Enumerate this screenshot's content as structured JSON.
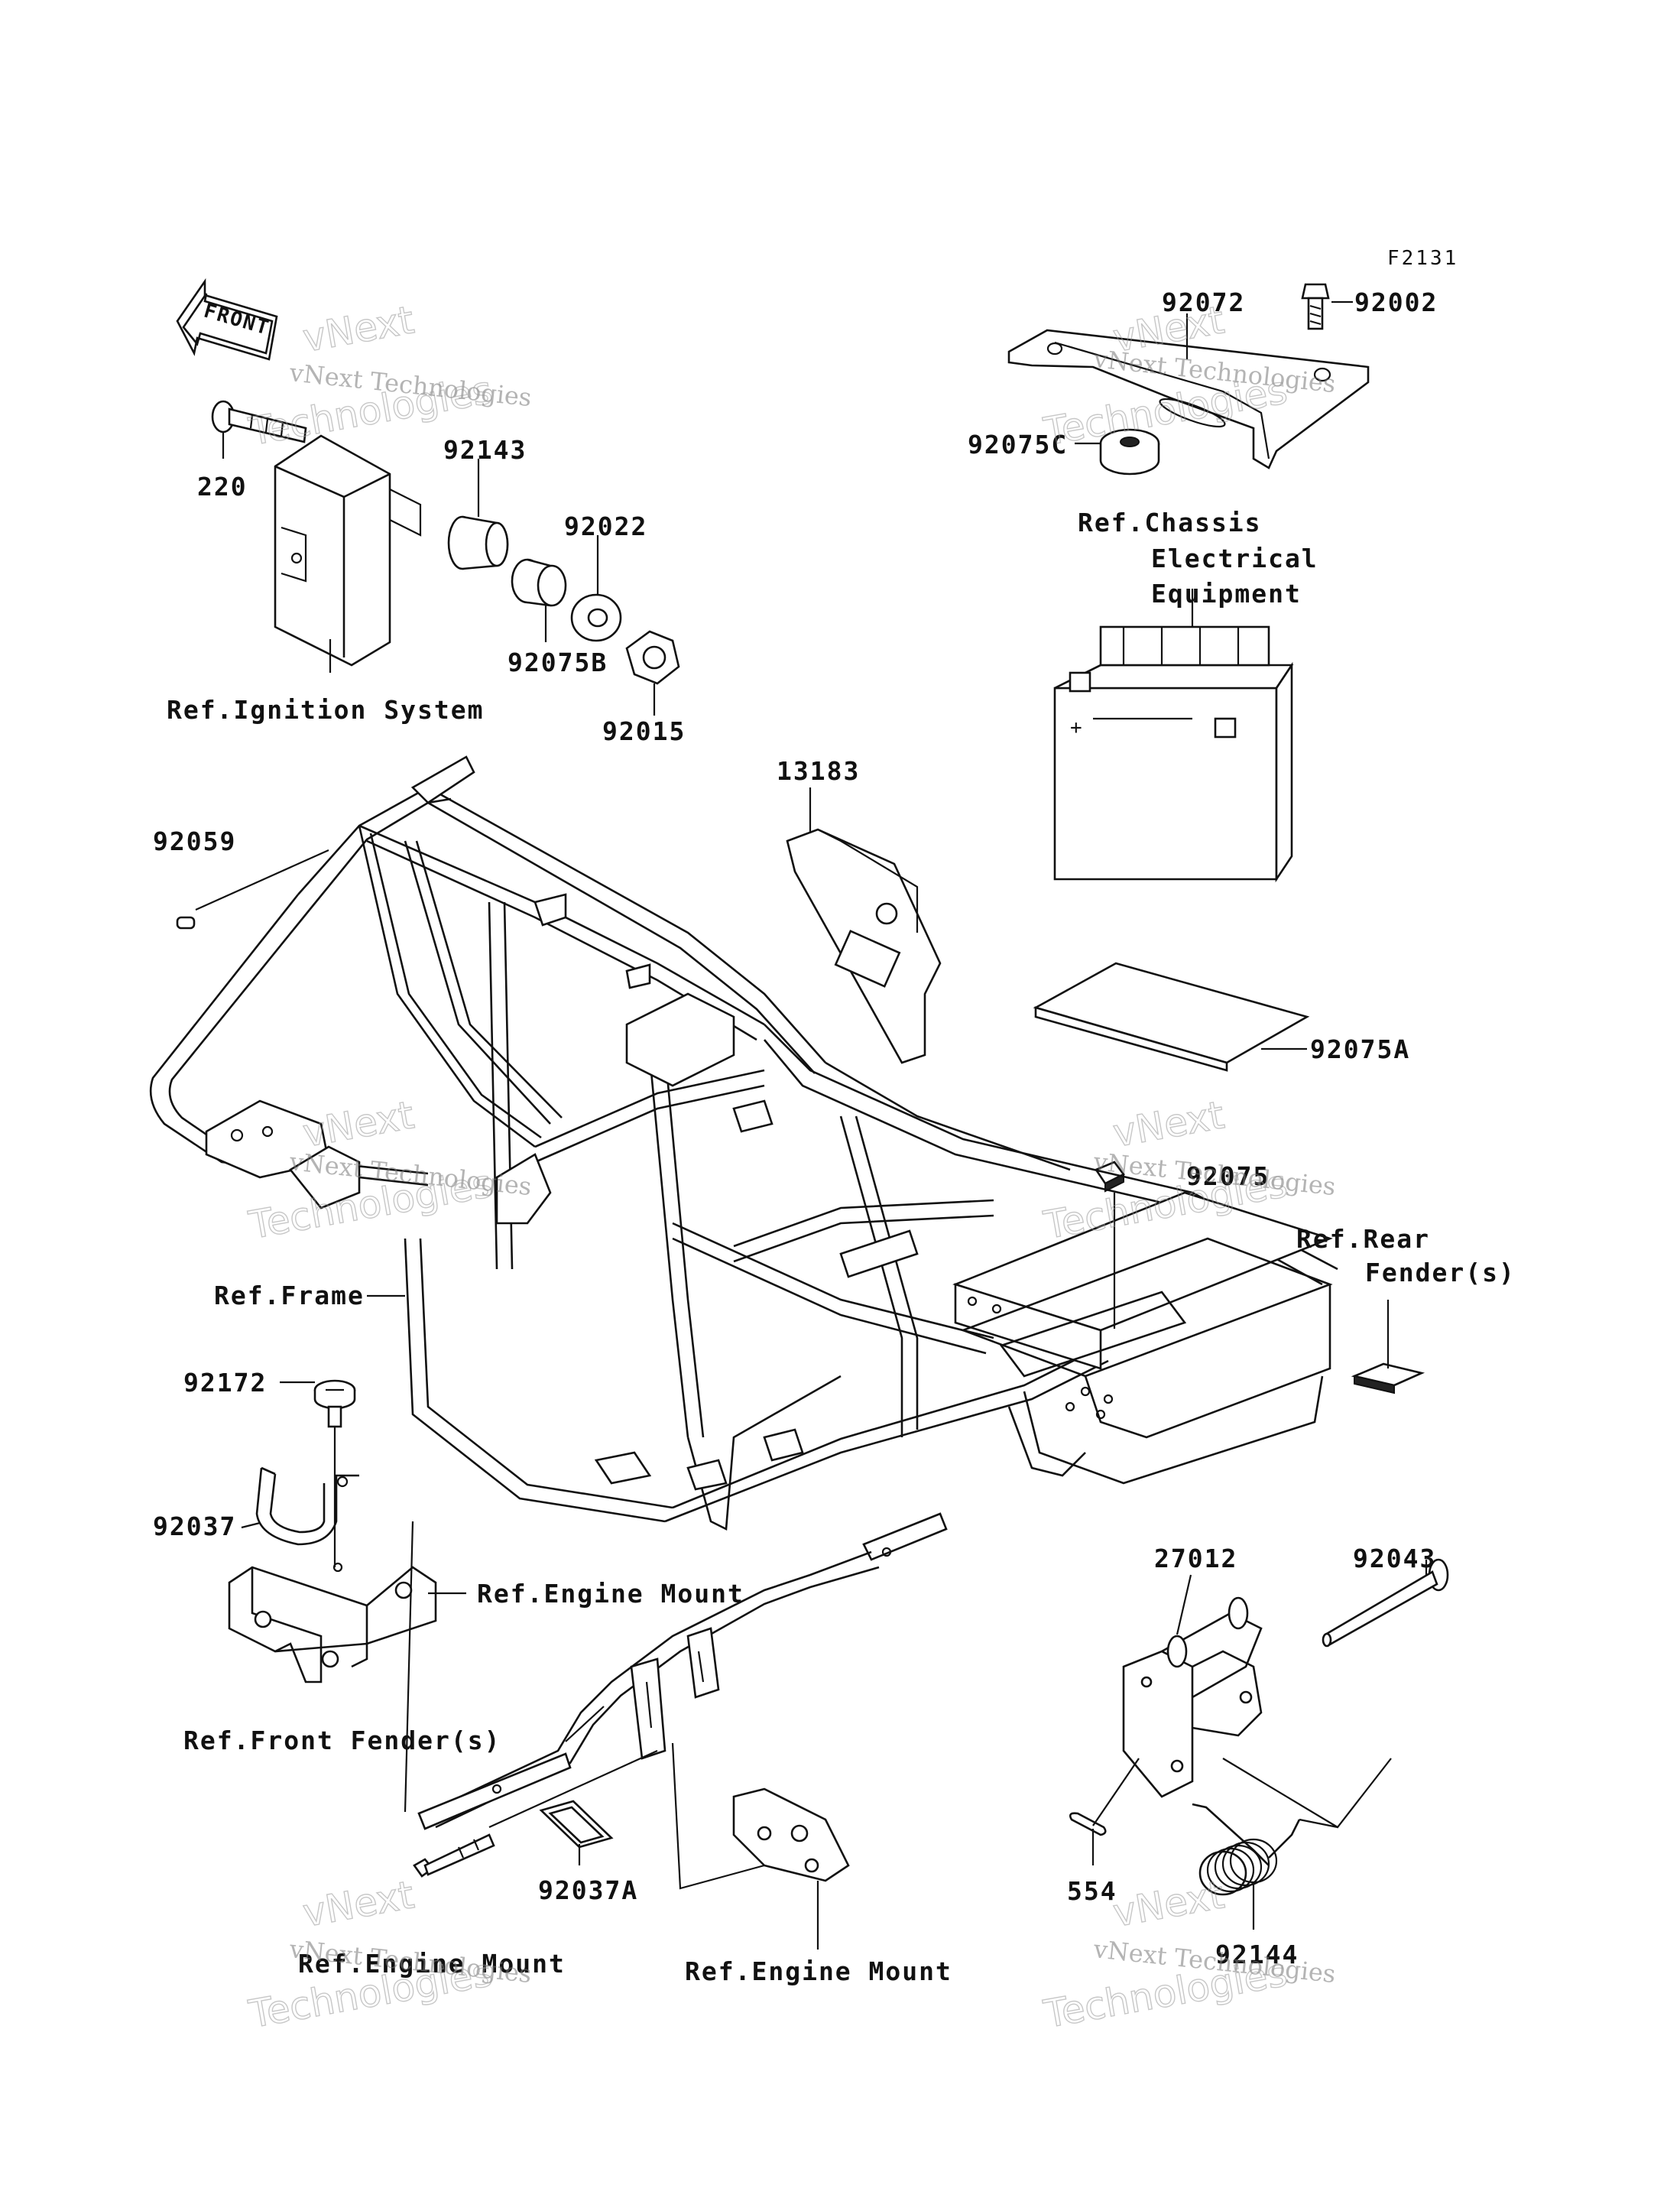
{
  "diagram_code": "F2131",
  "front_label": "FRONT",
  "watermark": {
    "line1": "vNext Technologies",
    "line2": "vNext",
    "line3": "Technologies"
  },
  "parts": {
    "p92002": "92002",
    "p92072": "92072",
    "p92075c": "92075C",
    "p220": "220",
    "p92143": "92143",
    "p92022": "92022",
    "p92075b": "92075B",
    "p92015": "92015",
    "p13183": "13183",
    "p92059": "92059",
    "p92075a": "92075A",
    "p92075": "92075",
    "p92172": "92172",
    "p92037": "92037",
    "p27012": "27012",
    "p92043": "92043",
    "p554": "554",
    "p92037a": "92037A",
    "p92144": "92144"
  },
  "refs": {
    "chassis_1": "Ref.Chassis",
    "chassis_2": "Electrical",
    "chassis_3": "Equipment",
    "ignition": "Ref.Ignition System",
    "rear_fender_1": "Ref.Rear",
    "rear_fender_2": "Fender(s)",
    "frame": "Ref.Frame",
    "engine_mount_1": "Ref.Engine Mount",
    "front_fender": "Ref.Front Fender(s)",
    "engine_mount_2": "Ref.Engine Mount",
    "engine_mount_3": "Ref.Engine Mount"
  }
}
